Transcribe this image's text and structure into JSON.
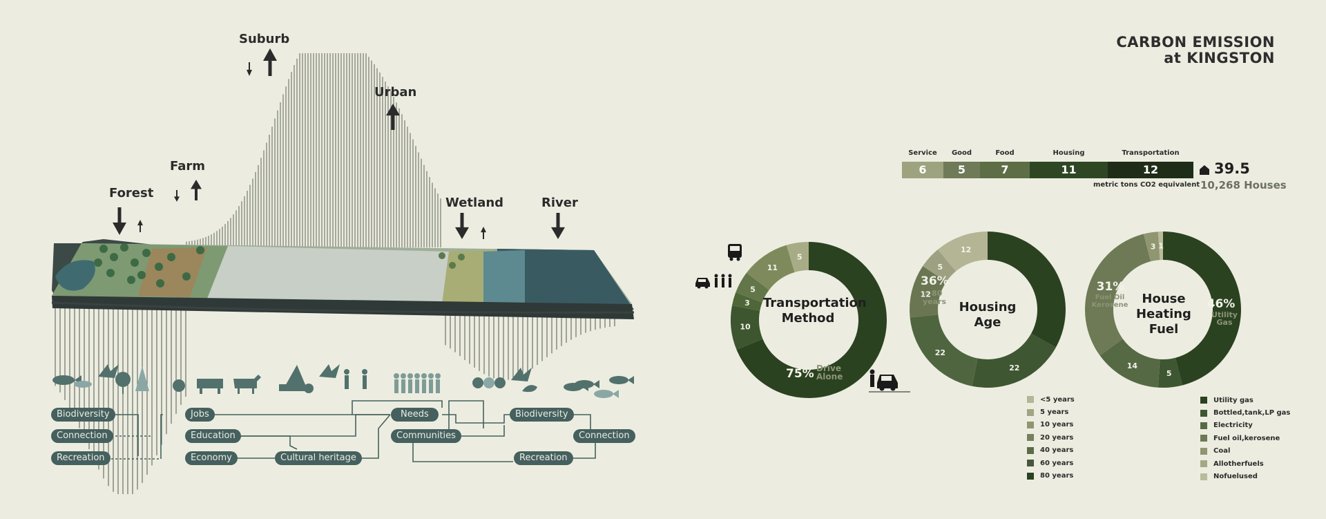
{
  "title": {
    "line1": "CARBON EMISSION",
    "line2": "at KINGSTON"
  },
  "landscape": {
    "zones": [
      {
        "id": "suburb",
        "label": "Suburb"
      },
      {
        "id": "urban",
        "label": "Urban"
      },
      {
        "id": "farm",
        "label": "Farm"
      },
      {
        "id": "forest",
        "label": "Forest"
      },
      {
        "id": "wetland",
        "label": "Wetland"
      },
      {
        "id": "river",
        "label": "River"
      }
    ],
    "tags": {
      "biodiversity_l": "Biodiversity",
      "connection_l": "Connection",
      "recreation_l": "Recreation",
      "jobs": "Jobs",
      "education": "Education",
      "economy": "Economy",
      "cultural": "Cultural heritage",
      "needs": "Needs",
      "communities": "Communities",
      "biodiversity_r": "Biodiversity",
      "connection_r": "Connection",
      "recreation_r": "Recreation"
    },
    "icons": [
      "fish-icon",
      "bird-icon",
      "tree-icon",
      "apple-icon",
      "cow-icon",
      "goat-icon",
      "horse-icon",
      "person-icon",
      "people-group-icon",
      "fish-icon"
    ]
  },
  "emission_bar": {
    "segments": [
      {
        "label": "Service",
        "value": "6",
        "color": "#9da37e"
      },
      {
        "label": "Good",
        "value": "5",
        "color": "#6e7a58"
      },
      {
        "label": "Food",
        "value": "7",
        "color": "#5d6e46"
      },
      {
        "label": "Housing",
        "value": "11",
        "color": "#2f4624"
      },
      {
        "label": "Transportation",
        "value": "12",
        "color": "#1f2c18"
      }
    ],
    "total": "39.5",
    "houses": "10,268 Houses",
    "unit": "metric tons CO2 equivalent"
  },
  "chart_data": [
    {
      "type": "pie",
      "title": "Transportation Method",
      "values": [
        75,
        10,
        3,
        5,
        11,
        5
      ],
      "labels": [
        "75%",
        "10",
        "3",
        "5",
        "11",
        "5"
      ],
      "highlight": {
        "value": "75%",
        "label_line1": "Drive",
        "label_line2": "Alone"
      },
      "colors": [
        "#2b4220",
        "#3d5630",
        "#4e6638",
        "#637649",
        "#7f8a5c",
        "#a8ac86"
      ]
    },
    {
      "type": "pie",
      "title": "Housing Age",
      "values": [
        36,
        22,
        22,
        12,
        5,
        12
      ],
      "labels": [
        "36%",
        "22",
        "22",
        "12",
        "5",
        "12"
      ],
      "highlight": {
        "value": "36%",
        "label_line1": "> 80",
        "label_line2": "years"
      },
      "colors": [
        "#2b4220",
        "#3f5632",
        "#4f6540",
        "#6a7652",
        "#9da181",
        "#b4b595"
      ]
    },
    {
      "type": "pie",
      "title": "House Heating Fuel",
      "values": [
        46,
        5,
        14,
        31,
        3,
        1
      ],
      "labels": [
        "46%",
        "5",
        "14",
        "31%",
        "3",
        "1"
      ],
      "highlight": {
        "value": "46%",
        "label_line1": "Utility",
        "label_line2": "Gas",
        "value2": "31%",
        "label2_line1": "Fuel Oil",
        "label2_line2": "Kerosene"
      },
      "colors": [
        "#2b4220",
        "#3f5632",
        "#566945",
        "#6d7a55",
        "#8f9670",
        "#b9bb9a"
      ]
    }
  ],
  "legend_age": [
    {
      "label": "<5 years",
      "color": "#b5b696"
    },
    {
      "label": "5 years",
      "color": "#a1a583"
    },
    {
      "label": "10 years",
      "color": "#8f9670"
    },
    {
      "label": "20 years",
      "color": "#75805c"
    },
    {
      "label": "40 years",
      "color": "#5d6c47"
    },
    {
      "label": "60 years",
      "color": "#45583a"
    },
    {
      "label": "80 years",
      "color": "#2b4220"
    }
  ],
  "legend_fuel": [
    {
      "label": "Utility gas",
      "color": "#2b4220"
    },
    {
      "label": "Bottled,tank,LP gas",
      "color": "#3f5632"
    },
    {
      "label": "Electricity",
      "color": "#566945"
    },
    {
      "label": "Fuel oil,kerosene",
      "color": "#6d7a55"
    },
    {
      "label": "Coal",
      "color": "#8f9670"
    },
    {
      "label": "Allotherfuels",
      "color": "#a5a886"
    },
    {
      "label": "Nofuelused",
      "color": "#b9bb9a"
    }
  ]
}
